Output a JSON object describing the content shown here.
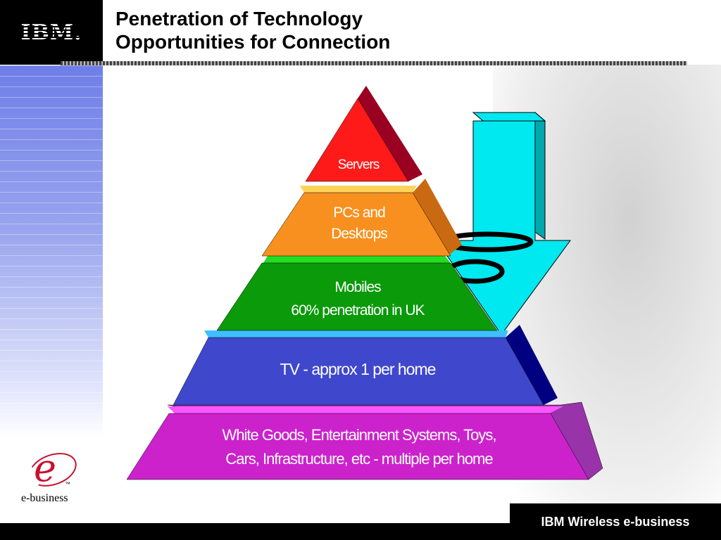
{
  "header": {
    "logo_text": "IBM.",
    "title_line1": "Penetration of Technology",
    "title_line2": "Opportunities for Connection"
  },
  "pyramid": {
    "tiers": [
      {
        "label_lines": [
          "Servers"
        ],
        "color": "#ff1a1a",
        "side_color": "#990022"
      },
      {
        "label_lines": [
          "PCs and",
          "Desktops"
        ],
        "color": "#f7901e",
        "side_color": "#c96a12"
      },
      {
        "label_lines": [
          "Mobiles",
          "60% penetration in UK"
        ],
        "color": "#0a9a0a",
        "side_color": "#22cc22"
      },
      {
        "label_lines": [
          "TV - approx 1 per home"
        ],
        "color": "#3f48cc",
        "side_color": "#000080"
      },
      {
        "label_lines": [
          "White Goods, Entertainment Systems, Toys,",
          "Cars, Infrastructure, etc - multiple per home"
        ],
        "color": "#cc22cc",
        "side_color": "#9933aa"
      }
    ],
    "arrow_color": "#00e8f0"
  },
  "branding": {
    "ebusiness_letter": "e",
    "ebusiness_tm": "™",
    "ebusiness_label": "e-business"
  },
  "footer": {
    "text": "IBM Wireless e-business"
  }
}
